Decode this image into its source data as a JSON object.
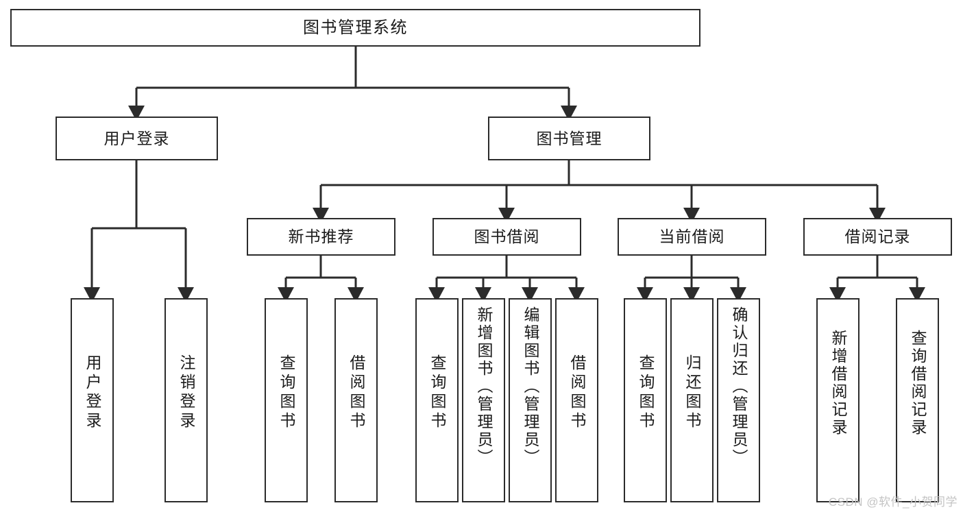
{
  "diagram": {
    "type": "tree-hierarchy",
    "title": "图书管理系统",
    "orientation": "top-down",
    "colors": {
      "box_stroke": "#2b2b2b",
      "box_fill": "#ffffff",
      "edge": "#2b2b2b",
      "text": "#1b1b1b",
      "watermark": "#c4c4c4",
      "background": "#ffffff"
    },
    "levels": [
      {
        "level": 1,
        "nodes": [
          {
            "id": "root",
            "label": "图书管理系统",
            "orientation": "horizontal"
          }
        ]
      },
      {
        "level": 2,
        "nodes": [
          {
            "id": "user-login",
            "label": "用户登录",
            "orientation": "horizontal",
            "parent": "root"
          },
          {
            "id": "book-manage",
            "label": "图书管理",
            "orientation": "horizontal",
            "parent": "root"
          }
        ]
      },
      {
        "level": 3,
        "nodes": [
          {
            "id": "new-book-rec",
            "label": "新书推荐",
            "orientation": "horizontal",
            "parent": "book-manage"
          },
          {
            "id": "book-borrow",
            "label": "图书借阅",
            "orientation": "horizontal",
            "parent": "book-manage"
          },
          {
            "id": "current-borrow",
            "label": "当前借阅",
            "orientation": "horizontal",
            "parent": "book-manage"
          },
          {
            "id": "borrow-record",
            "label": "借阅记录",
            "orientation": "horizontal",
            "parent": "book-manage"
          }
        ]
      },
      {
        "level": 4,
        "nodes": [
          {
            "id": "leaf-user-login",
            "label": "用户登录",
            "orientation": "vertical",
            "parent": "user-login"
          },
          {
            "id": "leaf-user-logout",
            "label": "注销登录",
            "orientation": "vertical",
            "parent": "user-login"
          },
          {
            "id": "leaf-query-book-1",
            "label": "查询图书",
            "orientation": "vertical",
            "parent": "new-book-rec"
          },
          {
            "id": "leaf-borrow-book-1",
            "label": "借阅图书",
            "orientation": "vertical",
            "parent": "new-book-rec"
          },
          {
            "id": "leaf-query-book-2",
            "label": "查询图书",
            "orientation": "vertical",
            "parent": "book-borrow"
          },
          {
            "id": "leaf-add-book",
            "label": "新增图书（管理员）",
            "orientation": "vertical",
            "parent": "book-borrow"
          },
          {
            "id": "leaf-edit-book",
            "label": "编辑图书（管理员）",
            "orientation": "vertical",
            "parent": "book-borrow"
          },
          {
            "id": "leaf-borrow-book-2",
            "label": "借阅图书",
            "orientation": "vertical",
            "parent": "book-borrow"
          },
          {
            "id": "leaf-query-book-3",
            "label": "查询图书",
            "orientation": "vertical",
            "parent": "current-borrow"
          },
          {
            "id": "leaf-return-book",
            "label": "归还图书",
            "orientation": "vertical",
            "parent": "current-borrow"
          },
          {
            "id": "leaf-confirm-return",
            "label": "确认归还（管理员）",
            "orientation": "vertical",
            "parent": "current-borrow"
          },
          {
            "id": "leaf-add-record",
            "label": "新增借阅记录",
            "orientation": "vertical",
            "parent": "borrow-record"
          },
          {
            "id": "leaf-query-record",
            "label": "查询借阅记录",
            "orientation": "vertical",
            "parent": "borrow-record"
          }
        ]
      }
    ]
  },
  "watermark": {
    "text": "CSDN @软件_小贺同学"
  }
}
